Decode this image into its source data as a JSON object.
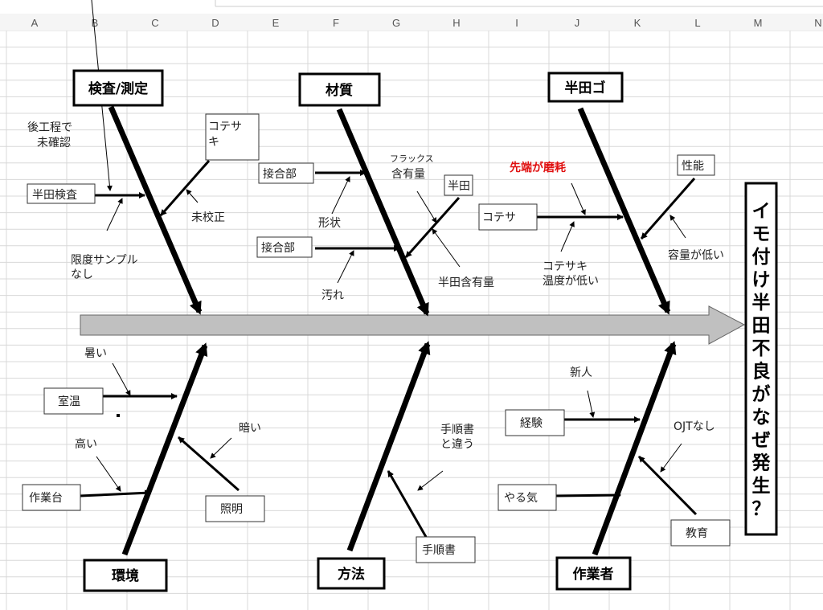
{
  "columns": [
    "A",
    "B",
    "C",
    "D",
    "E",
    "F",
    "G",
    "H",
    "I",
    "J",
    "K",
    "L",
    "M",
    "N"
  ],
  "effect": {
    "chars": [
      "イ",
      "モ",
      "付",
      "け",
      "半",
      "田",
      "不",
      "良",
      "が",
      "な",
      "ぜ",
      "発",
      "生",
      "？"
    ]
  },
  "categories": {
    "inspection": "検査/測定",
    "material": "材質",
    "solder_iron": "半田ゴ",
    "environment": "環境",
    "method": "方法",
    "worker": "作業者"
  },
  "causes": {
    "solder_inspection": "半田検査",
    "post_process_1": "後工程で",
    "post_process_2": "未確認",
    "limit_sample_1": "限度サンプル",
    "limit_sample_2": "なし",
    "tip_box_1": "コテサ",
    "tip_box_2": "キ",
    "uncalibrated": "未校正",
    "joint1": "接合部",
    "shape": "形状",
    "joint2": "接合部",
    "dirt": "汚れ",
    "flux_1": "フラックス",
    "flux_2": "含有量",
    "solder": "半田",
    "solder_content": "半田含有量",
    "iron": "コテサ",
    "tip_wear": "先端が磨耗",
    "temp_1": "コテサキ",
    "temp_2": "温度が低い",
    "performance": "性能",
    "low_capacity": "容量が低い",
    "room_temp": "室温",
    "hot": "暑い",
    "workbench": "作業台",
    "high": "高い",
    "lighting": "照明",
    "dark": "暗い",
    "procedure": "手順書",
    "proc_diff_1": "手順書",
    "proc_diff_2": "と違う",
    "experience": "経験",
    "newcomer": "新人",
    "motivation": "やる気",
    "education": "教育",
    "no_ojt": "OJTなし"
  },
  "colors": {
    "spine": "#c0c0c0",
    "grid": "#d8d8d8",
    "highlight": "#e01010"
  }
}
